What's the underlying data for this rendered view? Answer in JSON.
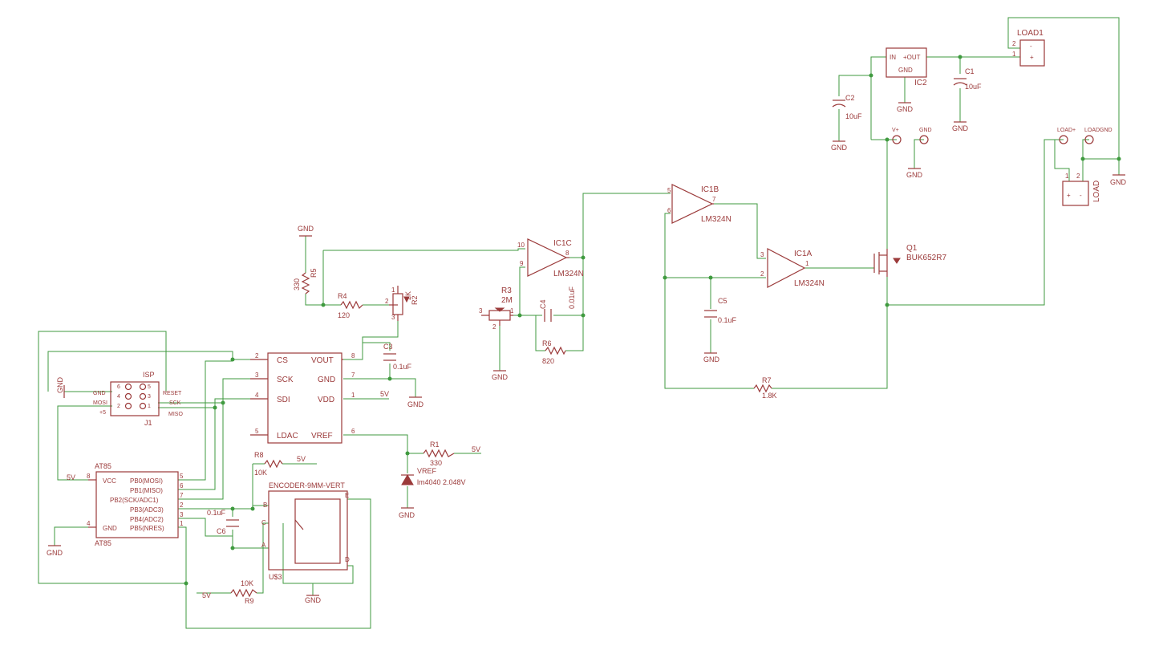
{
  "colors": {
    "wire": "#3f9a3f",
    "symbol": "#9b3a3a",
    "background": "#ffffff"
  },
  "dac": {
    "pins_left": [
      {
        "num": "2",
        "name": "CS"
      },
      {
        "num": "3",
        "name": "SCK"
      },
      {
        "num": "4",
        "name": "SDI"
      },
      {
        "num": "5",
        "name": "LDAC"
      }
    ],
    "pins_right": [
      {
        "num": "8",
        "name": "VOUT"
      },
      {
        "num": "7",
        "name": "GND"
      },
      {
        "num": "1",
        "name": "VDD"
      },
      {
        "num": "6",
        "name": "VREF"
      }
    ]
  },
  "mcu": {
    "name": "AT85",
    "value": "AT85",
    "pins_left": [
      {
        "num": "8",
        "name": "VCC"
      },
      {
        "num": "4",
        "name": "GND"
      }
    ],
    "pins_right": [
      {
        "num": "5",
        "name": "PB0(MOSI)"
      },
      {
        "num": "6",
        "name": "PB1(MISO)"
      },
      {
        "num": "7",
        "name": "PB2(SCK/ADC1)"
      },
      {
        "num": "2",
        "name": "PB3(ADC3)"
      },
      {
        "num": "3",
        "name": "PB4(ADC2)"
      },
      {
        "num": "1",
        "name": "PB5(NRES)"
      }
    ]
  },
  "isp": {
    "name": "ISP",
    "ref": "J1",
    "left_labels": [
      "GND",
      "MOSI",
      "+5"
    ],
    "right_labels": [
      "RESET",
      "SCK",
      "MISO"
    ],
    "pin_numbers_left": [
      "6",
      "4",
      "2"
    ],
    "pin_numbers_right": [
      "5",
      "3",
      "1"
    ]
  },
  "encoder": {
    "name": "ENCODER-9MM-VERT",
    "ref": "U$3",
    "pins": [
      "B",
      "C",
      "A",
      "E",
      "D"
    ]
  },
  "opamps": [
    {
      "name": "IC1C",
      "value": "LM324N",
      "pin_plus": "10",
      "pin_minus": "9",
      "pin_out": "8"
    },
    {
      "name": "IC1B",
      "value": "LM324N",
      "pin_plus": "5",
      "pin_minus": "6",
      "pin_out": "7"
    },
    {
      "name": "IC1A",
      "value": "LM324N",
      "pin_plus": "3",
      "pin_minus": "2",
      "pin_out": "1"
    }
  ],
  "regulator": {
    "name": "IC2",
    "pin_in": "IN",
    "pin_out": "+OUT",
    "pin_gnd": "GND"
  },
  "mosfet": {
    "name": "Q1",
    "value": "BUK652R7"
  },
  "connectors": [
    {
      "name": "LOAD1",
      "pins": [
        "2",
        "1"
      ],
      "marks": [
        "-",
        "+"
      ]
    },
    {
      "name": "LOAD",
      "pins": [
        "1",
        "2"
      ],
      "marks": [
        "+",
        "-"
      ]
    }
  ],
  "terminals": [
    "V+",
    "GND",
    "LOAD+",
    "LOADGND"
  ],
  "resistors": [
    {
      "name": "R5",
      "value": "330"
    },
    {
      "name": "R4",
      "value": "120"
    },
    {
      "name": "R2",
      "value": "2K"
    },
    {
      "name": "R3",
      "value": "2M"
    },
    {
      "name": "R6",
      "value": "820"
    },
    {
      "name": "R7",
      "value": "1.8K"
    },
    {
      "name": "R1",
      "value": "330"
    },
    {
      "name": "R8",
      "value": "10K"
    },
    {
      "name": "R9",
      "value": "10K"
    }
  ],
  "capacitors": [
    {
      "name": "C3",
      "value": "0.1uF"
    },
    {
      "name": "C4",
      "value": "0.01uF"
    },
    {
      "name": "C5",
      "value": "0.1uF"
    },
    {
      "name": "C6",
      "value": "0.1uF"
    },
    {
      "name": "C1",
      "value": "10uF"
    },
    {
      "name": "C2",
      "value": "10uF"
    }
  ],
  "diode": {
    "name": "VREF",
    "value": "lm4040 2.048V"
  },
  "nets": {
    "gnd": "GND",
    "vcc": "5V"
  },
  "pin_numbers": [
    "1",
    "2",
    "3"
  ]
}
